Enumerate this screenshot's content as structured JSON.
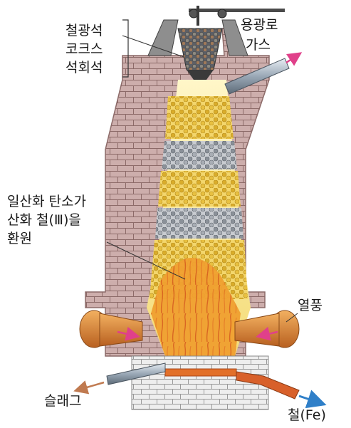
{
  "labels": {
    "input_1": "철광석",
    "input_2": "코크스",
    "input_3": "석회석",
    "gas_1": "용광로",
    "gas_2": "가스",
    "reaction_1": "일산화 탄소가",
    "reaction_2": "산화 철(Ⅲ)을",
    "reaction_3": "환원",
    "hot_air": "열풍",
    "slag": "슬래그",
    "iron": "철(Fe)"
  },
  "colors": {
    "brick": "#c8a8a6",
    "brick_line": "#8c6a68",
    "ore_layer": "#e9c44a",
    "coke_layer": "#9aa0a8",
    "flame": "#e98a2a",
    "gas_arrow": "#e0408a",
    "slag_arrow": "#c07a50",
    "iron_arrow": "#2f7fc8"
  }
}
